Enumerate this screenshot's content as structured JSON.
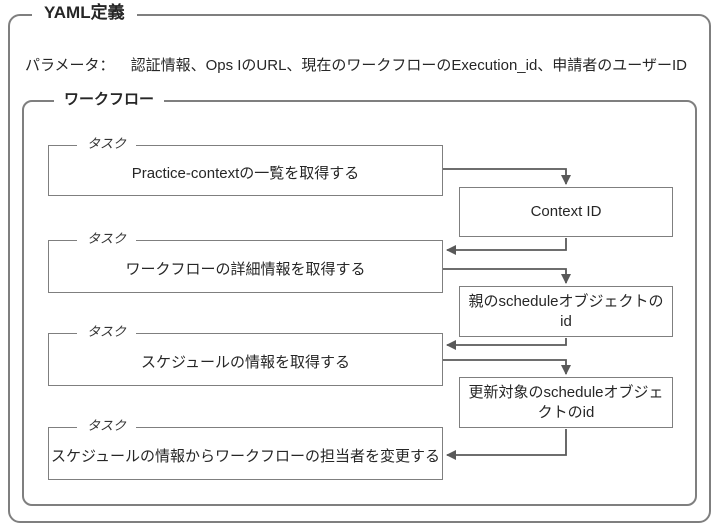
{
  "colors": {
    "border": "#7f7f7f",
    "arrow": "#595959",
    "text": "#262626",
    "background": "#ffffff"
  },
  "outer": {
    "label": "YAML定義"
  },
  "parameters": {
    "label": "パラメータ：",
    "value": "認証情報、Ops IのURL、現在のワークフローのExecution_id、申請者のユーザーID"
  },
  "workflow": {
    "label": "ワークフロー",
    "task_tag": "タスク",
    "tasks": [
      {
        "label": "Practice-contextの一覧を取得する"
      },
      {
        "label": "ワークフローの詳細情報を取得する"
      },
      {
        "label": "スケジュールの情報を取得する"
      },
      {
        "label": "スケジュールの情報からワークフローの担当者を変更する"
      }
    ],
    "data_items": [
      {
        "label": "Context ID"
      },
      {
        "label": "親のscheduleオブジェクトのid"
      },
      {
        "label": "更新対象のscheduleオブジェクトのid"
      }
    ]
  }
}
